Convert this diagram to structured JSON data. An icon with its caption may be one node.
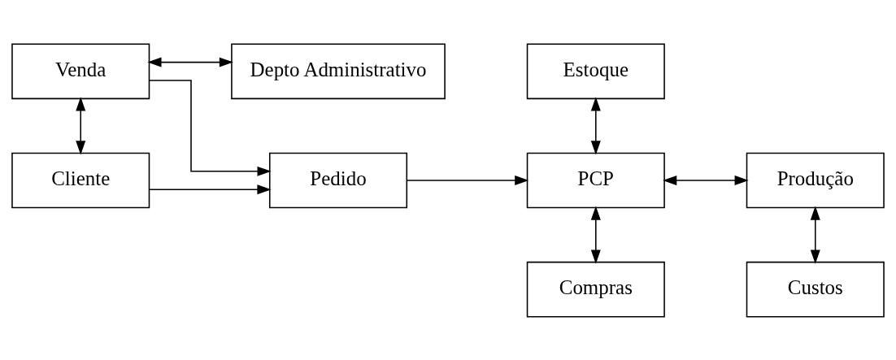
{
  "diagram": {
    "nodes": [
      {
        "text": [
          "Venda"
        ]
      },
      {
        "text": [
          "Depto Administrativo"
        ]
      },
      {
        "text": [
          "Estoque"
        ]
      },
      {
        "text": [
          "Pedido"
        ]
      },
      {
        "text": [
          "PCP"
        ]
      },
      {
        "text": [
          "Produção"
        ]
      },
      {
        "text": [
          "Cliente"
        ]
      },
      {
        "text": [
          "Compras"
        ]
      },
      {
        "text": [
          "Custos"
        ]
      }
    ],
    "edges": [
      {
        "from": 0,
        "to": 1,
        "arrow": "both"
      },
      {
        "from": 0,
        "to": 6,
        "arrow": "both"
      },
      {
        "from": 0,
        "to": 3,
        "arrow": "to"
      },
      {
        "from": 6,
        "to": 3,
        "arrow": "to"
      },
      {
        "from": 3,
        "to": 4,
        "arrow": "to"
      },
      {
        "from": 2,
        "to": 4,
        "arrow": "both"
      },
      {
        "from": 4,
        "to": 5,
        "arrow": "both"
      },
      {
        "from": 4,
        "to": 7,
        "arrow": "both"
      },
      {
        "from": 5,
        "to": 8,
        "arrow": "both"
      }
    ]
  }
}
